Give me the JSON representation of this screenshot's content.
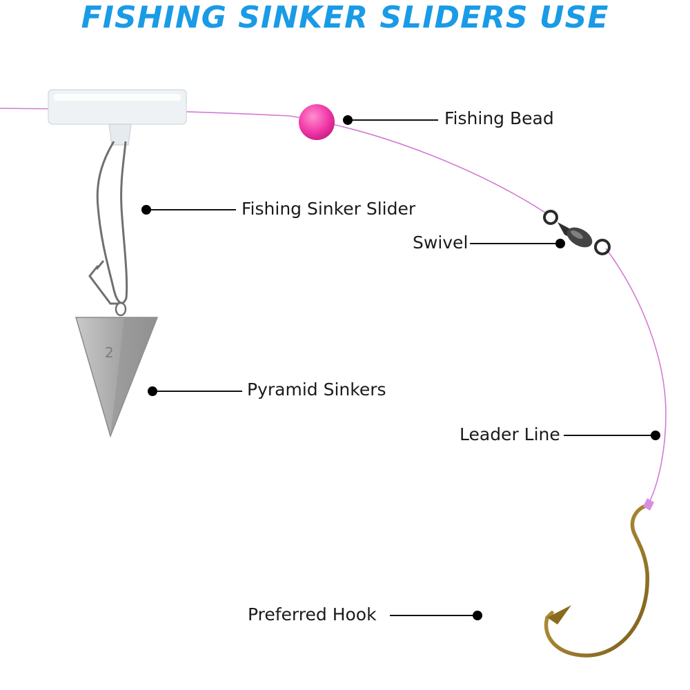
{
  "title": "FISHING SINKER SLIDERS USE",
  "labels": {
    "fishing_bead": "Fishing Bead",
    "sinker_slider": "Fishing Sinker Slider",
    "swivel": "Swivel",
    "pyramid_sinkers": "Pyramid Sinkers",
    "leader_line": "Leader Line",
    "preferred_hook": "Preferred Hook"
  },
  "sinker_mark": "2",
  "icons": [
    "sinker-slider-icon",
    "fishing-bead-icon",
    "swivel-icon",
    "pyramid-sinker-icon",
    "leader-line-icon",
    "hook-icon"
  ],
  "colors": {
    "title": "#1a9be6",
    "line": "#d27ad4",
    "bead": "#f23aa8",
    "hook": "#9a7a2a",
    "sinker": "#a8a8a8"
  }
}
